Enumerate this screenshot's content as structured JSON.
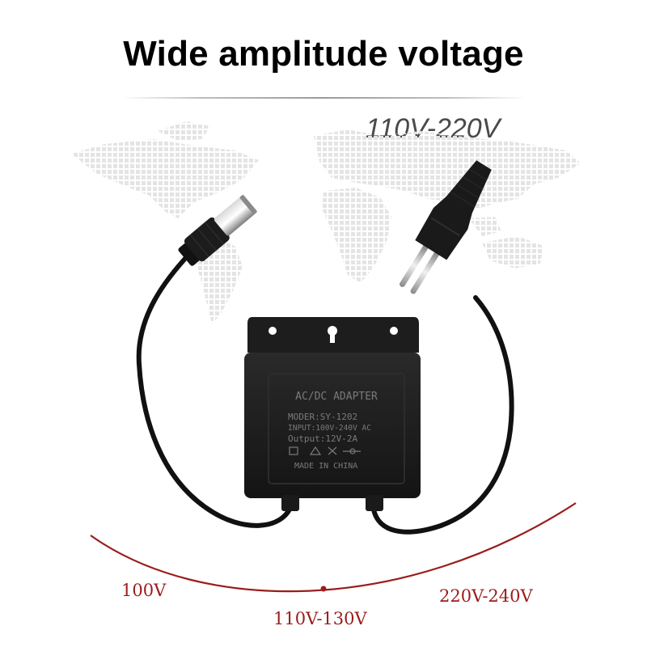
{
  "header": {
    "title": "Wide amplitude voltage"
  },
  "voltage_range": "110V-220V",
  "adapter": {
    "heading": "AC/DC ADAPTER",
    "model": "MODER:SY-1202",
    "input": "INPUT:100V-240V AC",
    "output": "Output:12V-2A",
    "origin": "MADE IN CHINA"
  },
  "scale": {
    "labels": [
      "100V",
      "110V-130V",
      "220V-240V"
    ],
    "color": "#9b1c1c"
  },
  "colors": {
    "title": "#000000",
    "subtitle": "#4a4a4a",
    "map": "#e6e6e6",
    "adapter": "#1f1f1f"
  }
}
